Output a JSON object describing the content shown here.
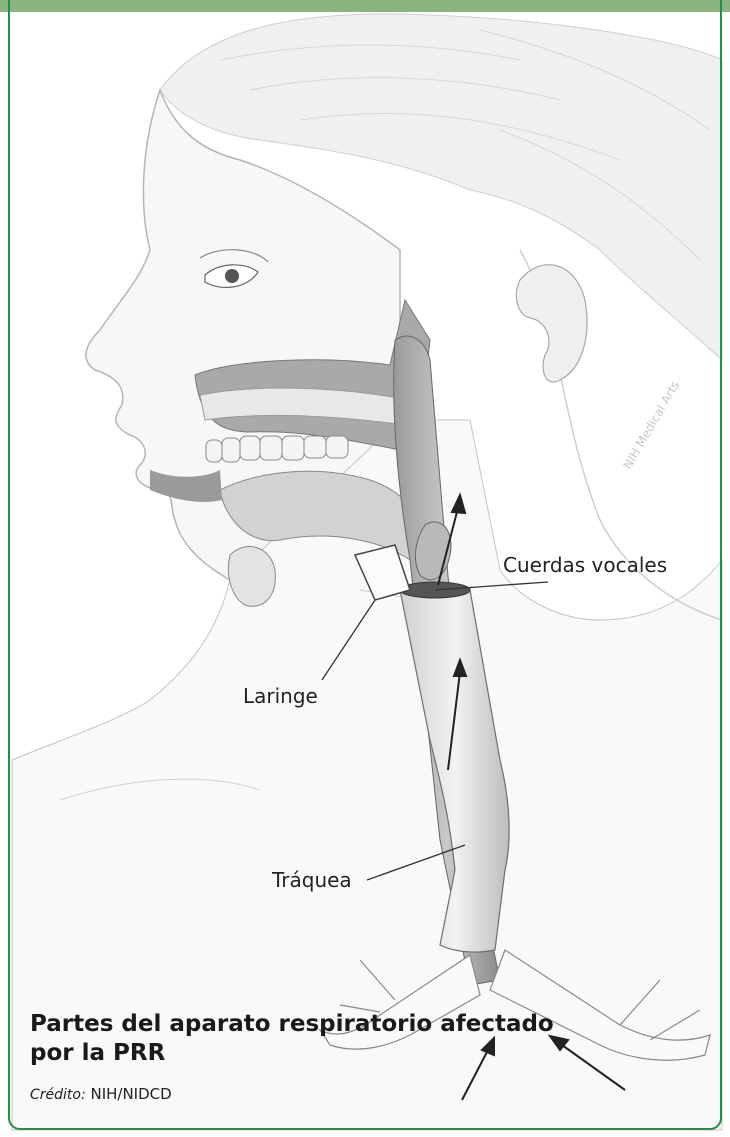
{
  "labels": {
    "vocal_cords": "Cuerdas vocales",
    "larynx": "Laringe",
    "trachea": "Tráquea"
  },
  "watermark": "NIH Medical Arts",
  "caption": "Partes del aparato respiratorio afectado por la PRR",
  "credit": {
    "prefix": "Crédito:",
    "source": "NIH/NIDCD"
  },
  "colors": {
    "frame": "#2d8a4a",
    "top_bar": "#8bb580",
    "airway": "#8a8a8a"
  }
}
